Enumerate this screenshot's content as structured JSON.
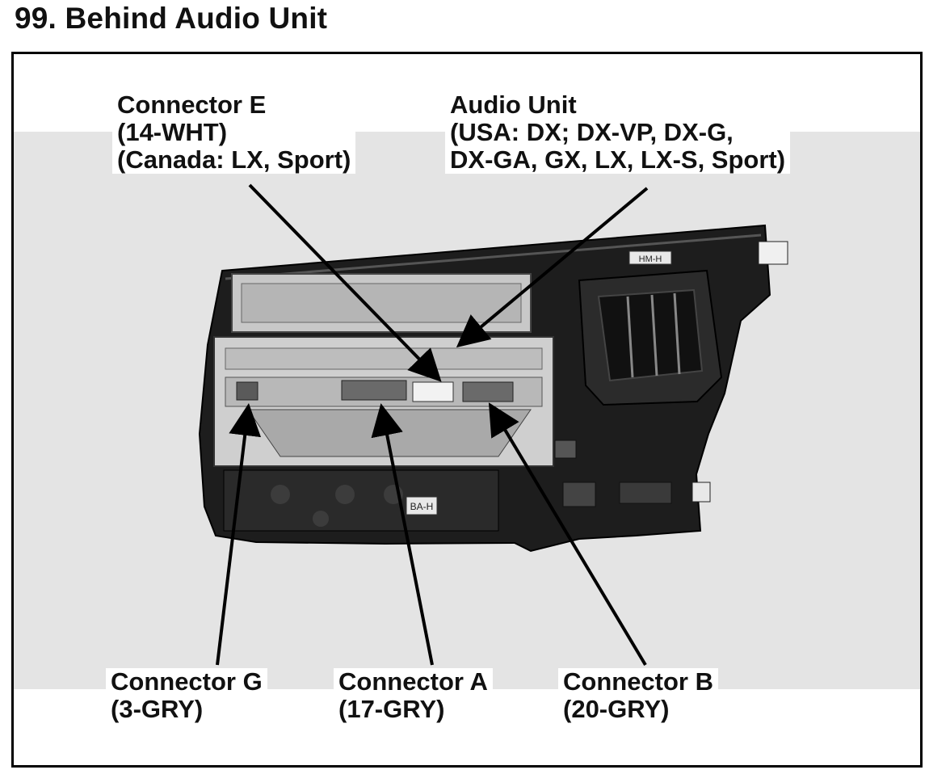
{
  "header": {
    "title": "99. Behind Audio Unit"
  },
  "photo": {
    "labels": {
      "top_tag": "HM-H",
      "lower_tag": "BA-H"
    }
  },
  "callouts": {
    "connector_e": {
      "name": "Connector E",
      "spec": "(14-WHT)",
      "note": "(Canada: LX, Sport)"
    },
    "audio_unit": {
      "name": "Audio Unit",
      "line2": "(USA: DX; DX-VP, DX-G,",
      "line3": "DX-GA, GX, LX, LX-S, Sport)"
    },
    "connector_g": {
      "name": "Connector G",
      "spec": "(3-GRY)"
    },
    "connector_a": {
      "name": "Connector A",
      "spec": "(17-GRY)"
    },
    "connector_b": {
      "name": "Connector B",
      "spec": "(20-GRY)"
    }
  },
  "colors": {
    "frame": "#000000",
    "photo_background": "#e6e6e6",
    "leader": "#000000"
  }
}
